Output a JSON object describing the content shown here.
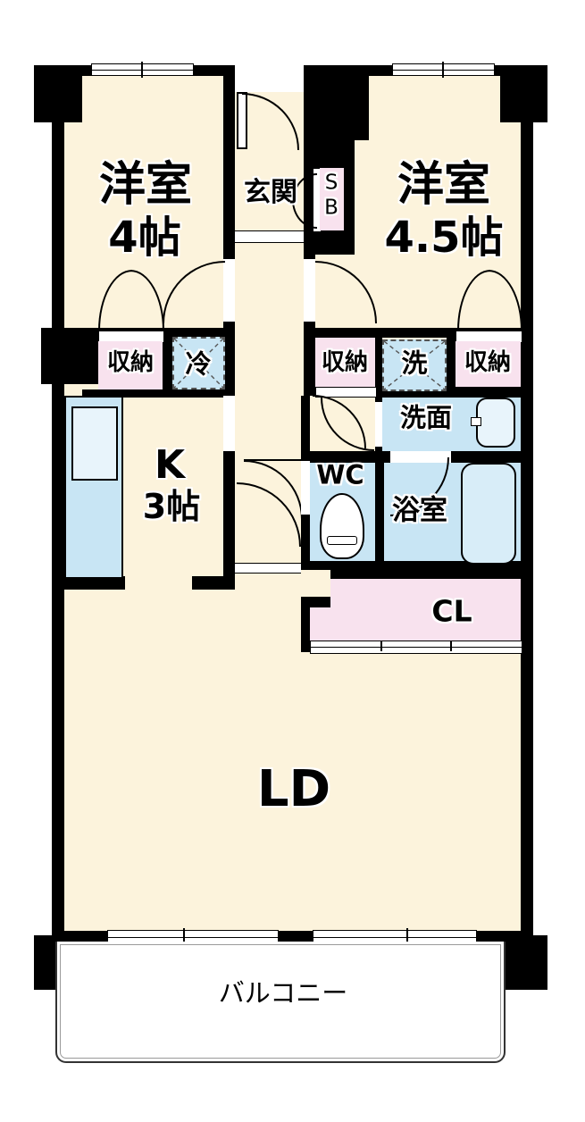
{
  "title": "floor-plan",
  "colors": {
    "wall": "#000000",
    "floor_cream": "#fcf3dc",
    "storage_pink": "#f8e2ee",
    "water_blue": "#c8e5f4",
    "sink_blue": "#e8f4fb",
    "balcony_white": "#ffffff"
  },
  "rooms": {
    "west_room_small": {
      "name": "洋室",
      "size": "4帖"
    },
    "west_room_large": {
      "name": "洋室",
      "size": "4.5帖"
    },
    "entrance": {
      "label": "玄関"
    },
    "shoe_box": {
      "line1": "S",
      "line2": "B"
    },
    "storage_left": {
      "label": "収納"
    },
    "storage_middle": {
      "label": "収納"
    },
    "storage_right": {
      "label": "収納"
    },
    "refrigerator_space": {
      "label": "冷"
    },
    "washer_space": {
      "label": "洗"
    },
    "washroom": {
      "label": "洗面"
    },
    "toilet": {
      "label": "WC"
    },
    "bathroom": {
      "label": "浴室"
    },
    "closet": {
      "label": "CL"
    },
    "kitchen": {
      "name": "K",
      "size": "3帖"
    },
    "living_dining": {
      "label": "LD"
    },
    "balcony": {
      "label": "バルコニー"
    }
  }
}
